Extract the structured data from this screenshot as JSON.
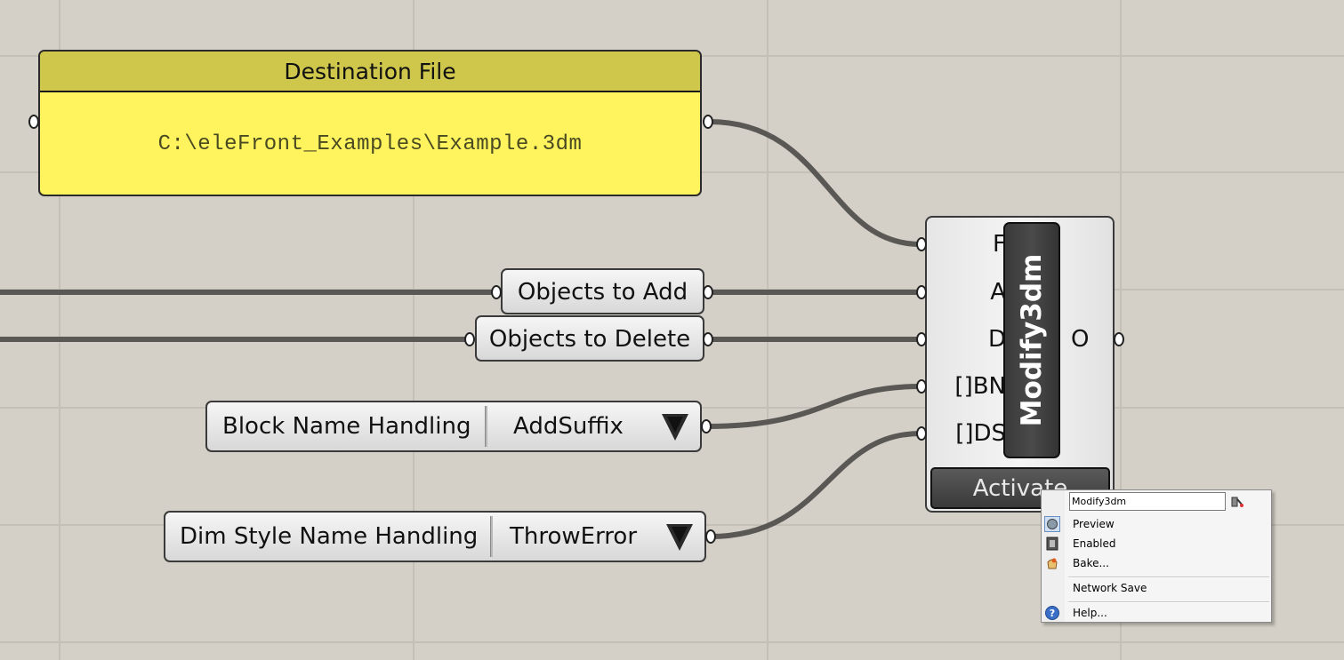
{
  "panel": {
    "title": "Destination File",
    "content": "C:\\eleFront_Examples\\Example.3dm"
  },
  "params": {
    "objects_to_add": "Objects to Add",
    "objects_to_delete": "Objects to Delete"
  },
  "value_lists": {
    "block_name": {
      "label": "Block Name Handling",
      "value": "AddSuffix"
    },
    "dim_style": {
      "label": "Dim Style Name Handling",
      "value": "ThrowError"
    }
  },
  "component": {
    "name": "Modify3dm",
    "inputs": [
      "F",
      "A",
      "D",
      "[]BN",
      "[]DS"
    ],
    "outputs": [
      "O"
    ],
    "button": "Activate"
  },
  "context_menu": {
    "name_value": "Modify3dm",
    "items": [
      "Preview",
      "Enabled",
      "Bake...",
      "Network Save",
      "Help..."
    ]
  },
  "colors": {
    "canvas": "#d4d0c8",
    "panel_fill": "#fff35e",
    "panel_header": "#cfc74c",
    "wire": "#5a5855",
    "component_dark": "#3a3a3a"
  },
  "icons": [
    "preview-icon",
    "enabled-icon",
    "bake-icon",
    "help-icon",
    "rename-icon",
    "dropdown-arrow-icon"
  ]
}
